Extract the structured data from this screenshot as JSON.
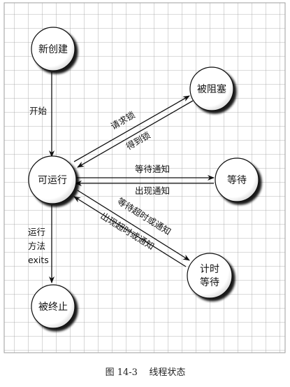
{
  "states": {
    "new": "新创建",
    "runnable": "可运行",
    "blocked": "被阻塞",
    "waiting": "等待",
    "timed_waiting_line1": "计时",
    "timed_waiting_line2": "等待",
    "terminated": "被终止"
  },
  "transitions": {
    "start": "开始",
    "request_lock": "请求锁",
    "acquire_lock": "得到锁",
    "wait_notify": "等待通知",
    "notified": "出现通知",
    "wait_timeout": "等待超时或通知",
    "timeout_notified": "出现超时或通知",
    "run_exits_line1": "运行",
    "run_exits_line2": "方法",
    "run_exits_line3": "exits"
  },
  "caption": "图 14-3    线程状态"
}
